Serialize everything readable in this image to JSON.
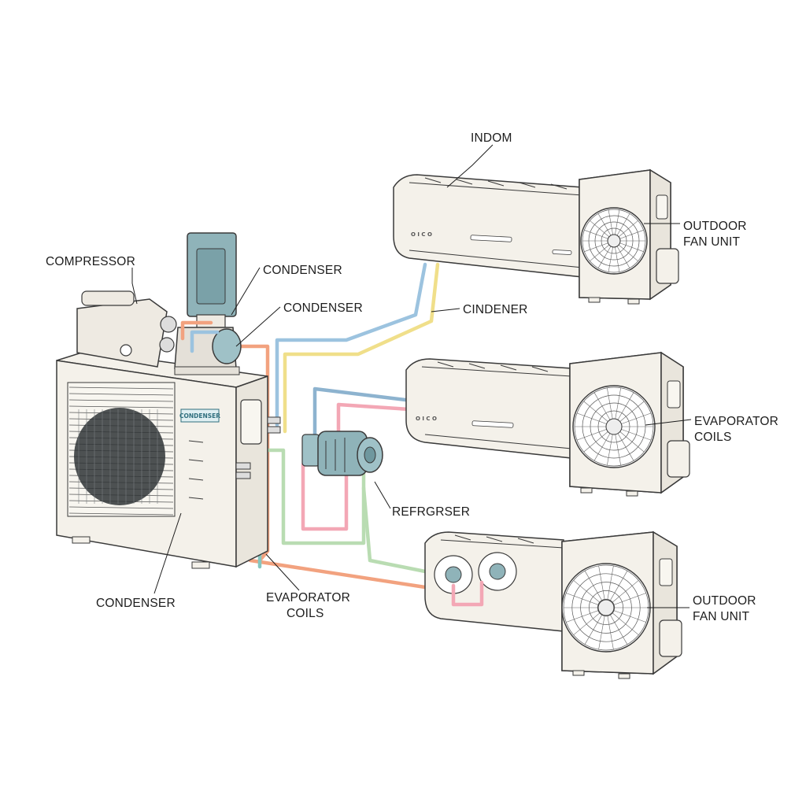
{
  "labels": {
    "indom": "INDOM",
    "outdoor_fan_unit_top": [
      "OUTDOOR",
      "FAN UNIT"
    ],
    "compressor": "COMPRESSOR",
    "condenser_1": "CONDENSER",
    "condenser_2": "CONDENSER",
    "cindener": "CINDENER",
    "evaporator_coils_right": [
      "EVAPORATOR",
      "COILS"
    ],
    "refrgrser": "REFRGRSER",
    "condenser_bottom": "CONDENSER",
    "evaporator_coils_bottom": [
      "EVAPORATOR",
      "COILS"
    ],
    "outdoor_fan_unit_bottom": [
      "OUTDOOR",
      "FAN UNIT"
    ]
  },
  "unit_brand": {
    "outdoor_badge": "CONDENSER",
    "indoor_1": "O I C O",
    "indoor_2": "O I C O"
  },
  "colors": {
    "pipe_orange": "#f2a27f",
    "pipe_yellow": "#f0df8a",
    "pipe_blue": "#9cc3df",
    "pipe_pink": "#f3a7b5",
    "pipe_green": "#b9dcb2",
    "pipe_teal": "#86c6bf",
    "pipe_purple": "#c9a6d8",
    "component_teal": "#8fb3b9",
    "unit_body": "#f4f1ea"
  }
}
